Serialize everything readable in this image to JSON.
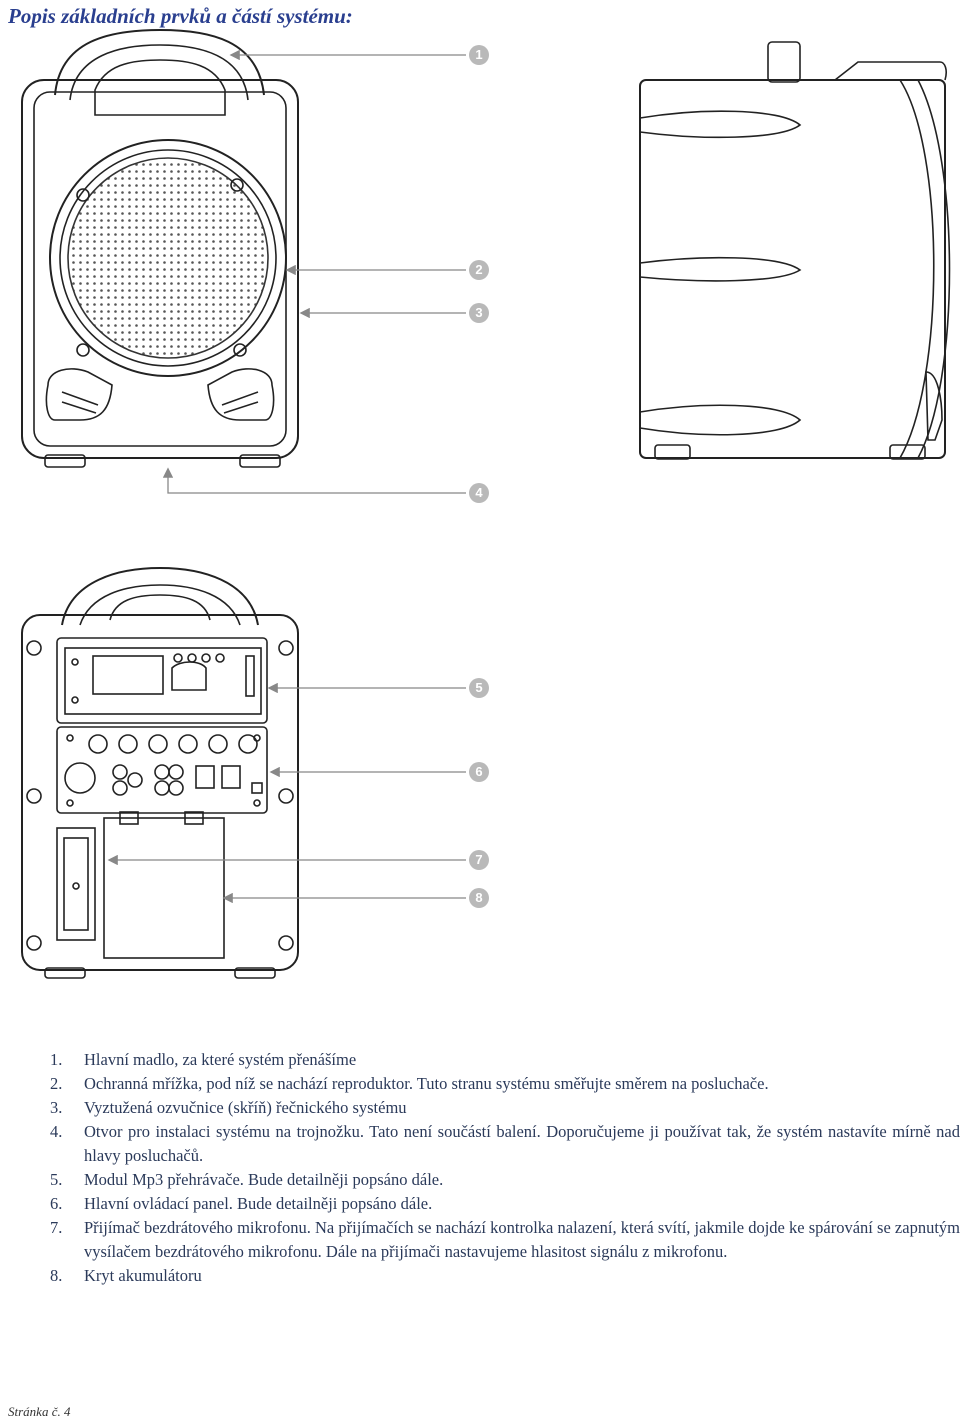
{
  "title": "Popis základních prvků a částí systému:",
  "callouts": [
    "1",
    "2",
    "3",
    "4",
    "5",
    "6",
    "7",
    "8"
  ],
  "items": [
    {
      "num": "1.",
      "text": "Hlavní madlo, za které systém přenášíme"
    },
    {
      "num": "2.",
      "text": "Ochranná mřížka, pod níž se nachází reproduktor. Tuto stranu systému směřujte směrem na posluchače."
    },
    {
      "num": "3.",
      "text": "Vyztužená ozvučnice (skříň) řečnického systému"
    },
    {
      "num": "4.",
      "text": "Otvor pro instalaci systému na  trojnožku. Tato není součástí balení. Doporučujeme ji používat tak, že systém nastavíte mírně nad hlavy posluchačů."
    },
    {
      "num": "5.",
      "text": "Modul Mp3 přehrávače. Bude detailněji popsáno dále."
    },
    {
      "num": "6.",
      "text": "Hlavní ovládací panel. Bude detailněji popsáno dále."
    },
    {
      "num": "7.",
      "text": "Přijímač bezdrátového mikrofonu. Na přijímačích se nachází kontrolka nalazení, která svítí, jakmile dojde ke spárování se zapnutým vysílačem bezdrátového mikrofonu.  Dále na přijímači nastavujeme hlasitost signálu z mikrofonu."
    },
    {
      "num": "8.",
      "text": "Kryt akumulátoru"
    }
  ],
  "footer": "Stránka č. 4",
  "colors": {
    "title": "#2a3f8f",
    "callout": "#b9b9b9",
    "line": "#222222"
  }
}
